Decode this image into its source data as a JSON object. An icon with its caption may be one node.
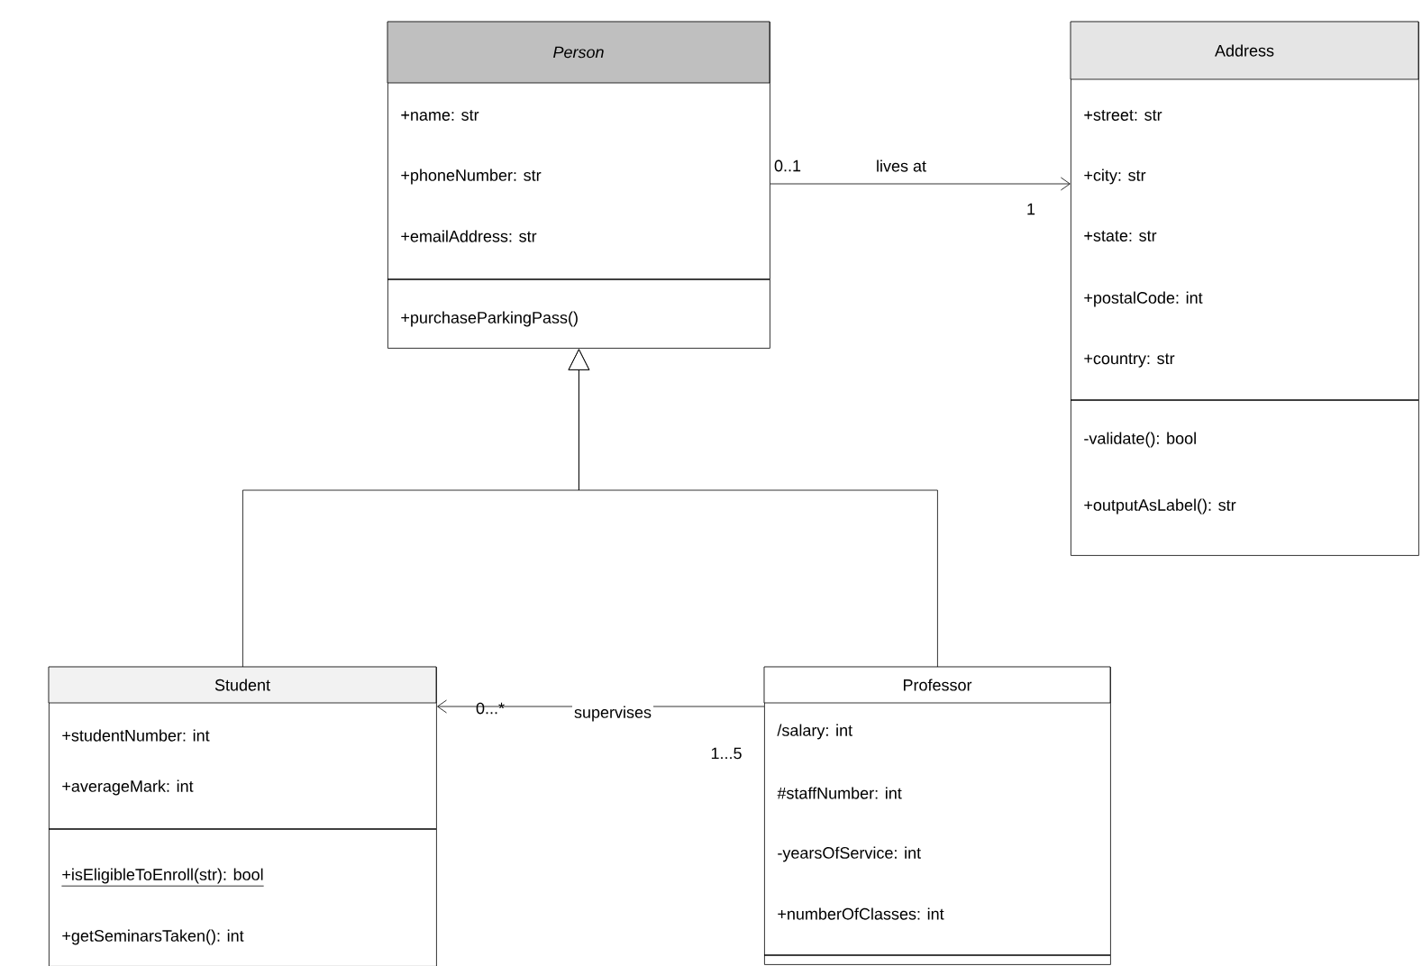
{
  "diagram": {
    "nodes": [
      {
        "text": [
          "Person",
          "+name: str",
          "+phoneNumber: str",
          "+emailAddress: str",
          "+purchaseParkingPass()"
        ]
      },
      {
        "text": [
          "Address",
          "+street: str",
          "+city: str",
          "+state: str",
          "+postalCode: int",
          "+country: str",
          "-validate(): bool",
          "+outputAsLabel(): str"
        ]
      },
      {
        "text": [
          "Student",
          "+studentNumber: int",
          "+averageMark: int",
          "+isEligibleToEnroll(str): bool",
          "+getSeminarsTaken(): int"
        ]
      },
      {
        "text": [
          "Professor",
          "/salary: int",
          "#staffNumber: int",
          "-yearsOfService: int",
          "+numberOfClasses: int"
        ]
      }
    ],
    "edges": [
      {
        "from": 0,
        "to": 1,
        "arrow": "to",
        "label": "lives at"
      },
      {
        "from": 2,
        "to": 0,
        "arrow": "to"
      },
      {
        "from": 3,
        "to": 0,
        "arrow": "to"
      },
      {
        "from": 3,
        "to": 2,
        "arrow": "to",
        "label": "supervises"
      }
    ],
    "labels": [
      "0..1",
      "1",
      "0...*",
      "1...5"
    ]
  }
}
